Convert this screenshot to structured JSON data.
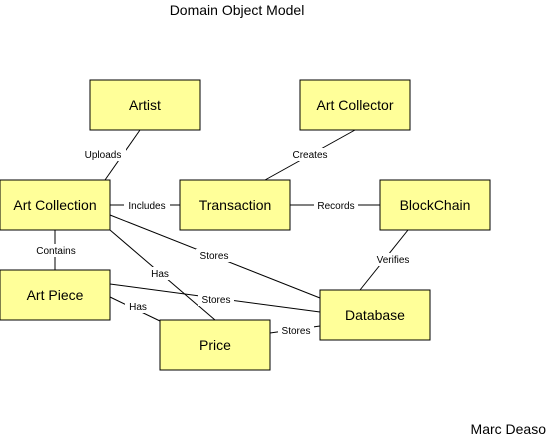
{
  "title": "Domain Object Model",
  "author": "Marc Deaso",
  "nodes": {
    "artist": "Artist",
    "art_collector": "Art Collector",
    "art_collection": "Art Collection",
    "transaction": "Transaction",
    "blockchain": "BlockChain",
    "art_piece": "Art Piece",
    "database": "Database",
    "price": "Price"
  },
  "edges": {
    "uploads": "Uploads",
    "creates": "Creates",
    "includes": "Includes",
    "records": "Records",
    "contains": "Contains",
    "verifies": "Verifies",
    "stores_collection": "Stores",
    "has_collection_price": "Has",
    "stores_piece": "Stores",
    "has_piece_price": "Has",
    "stores_price": "Stores"
  },
  "colors": {
    "node_fill": "#ffff99",
    "stroke": "#000000",
    "background": "#ffffff"
  }
}
